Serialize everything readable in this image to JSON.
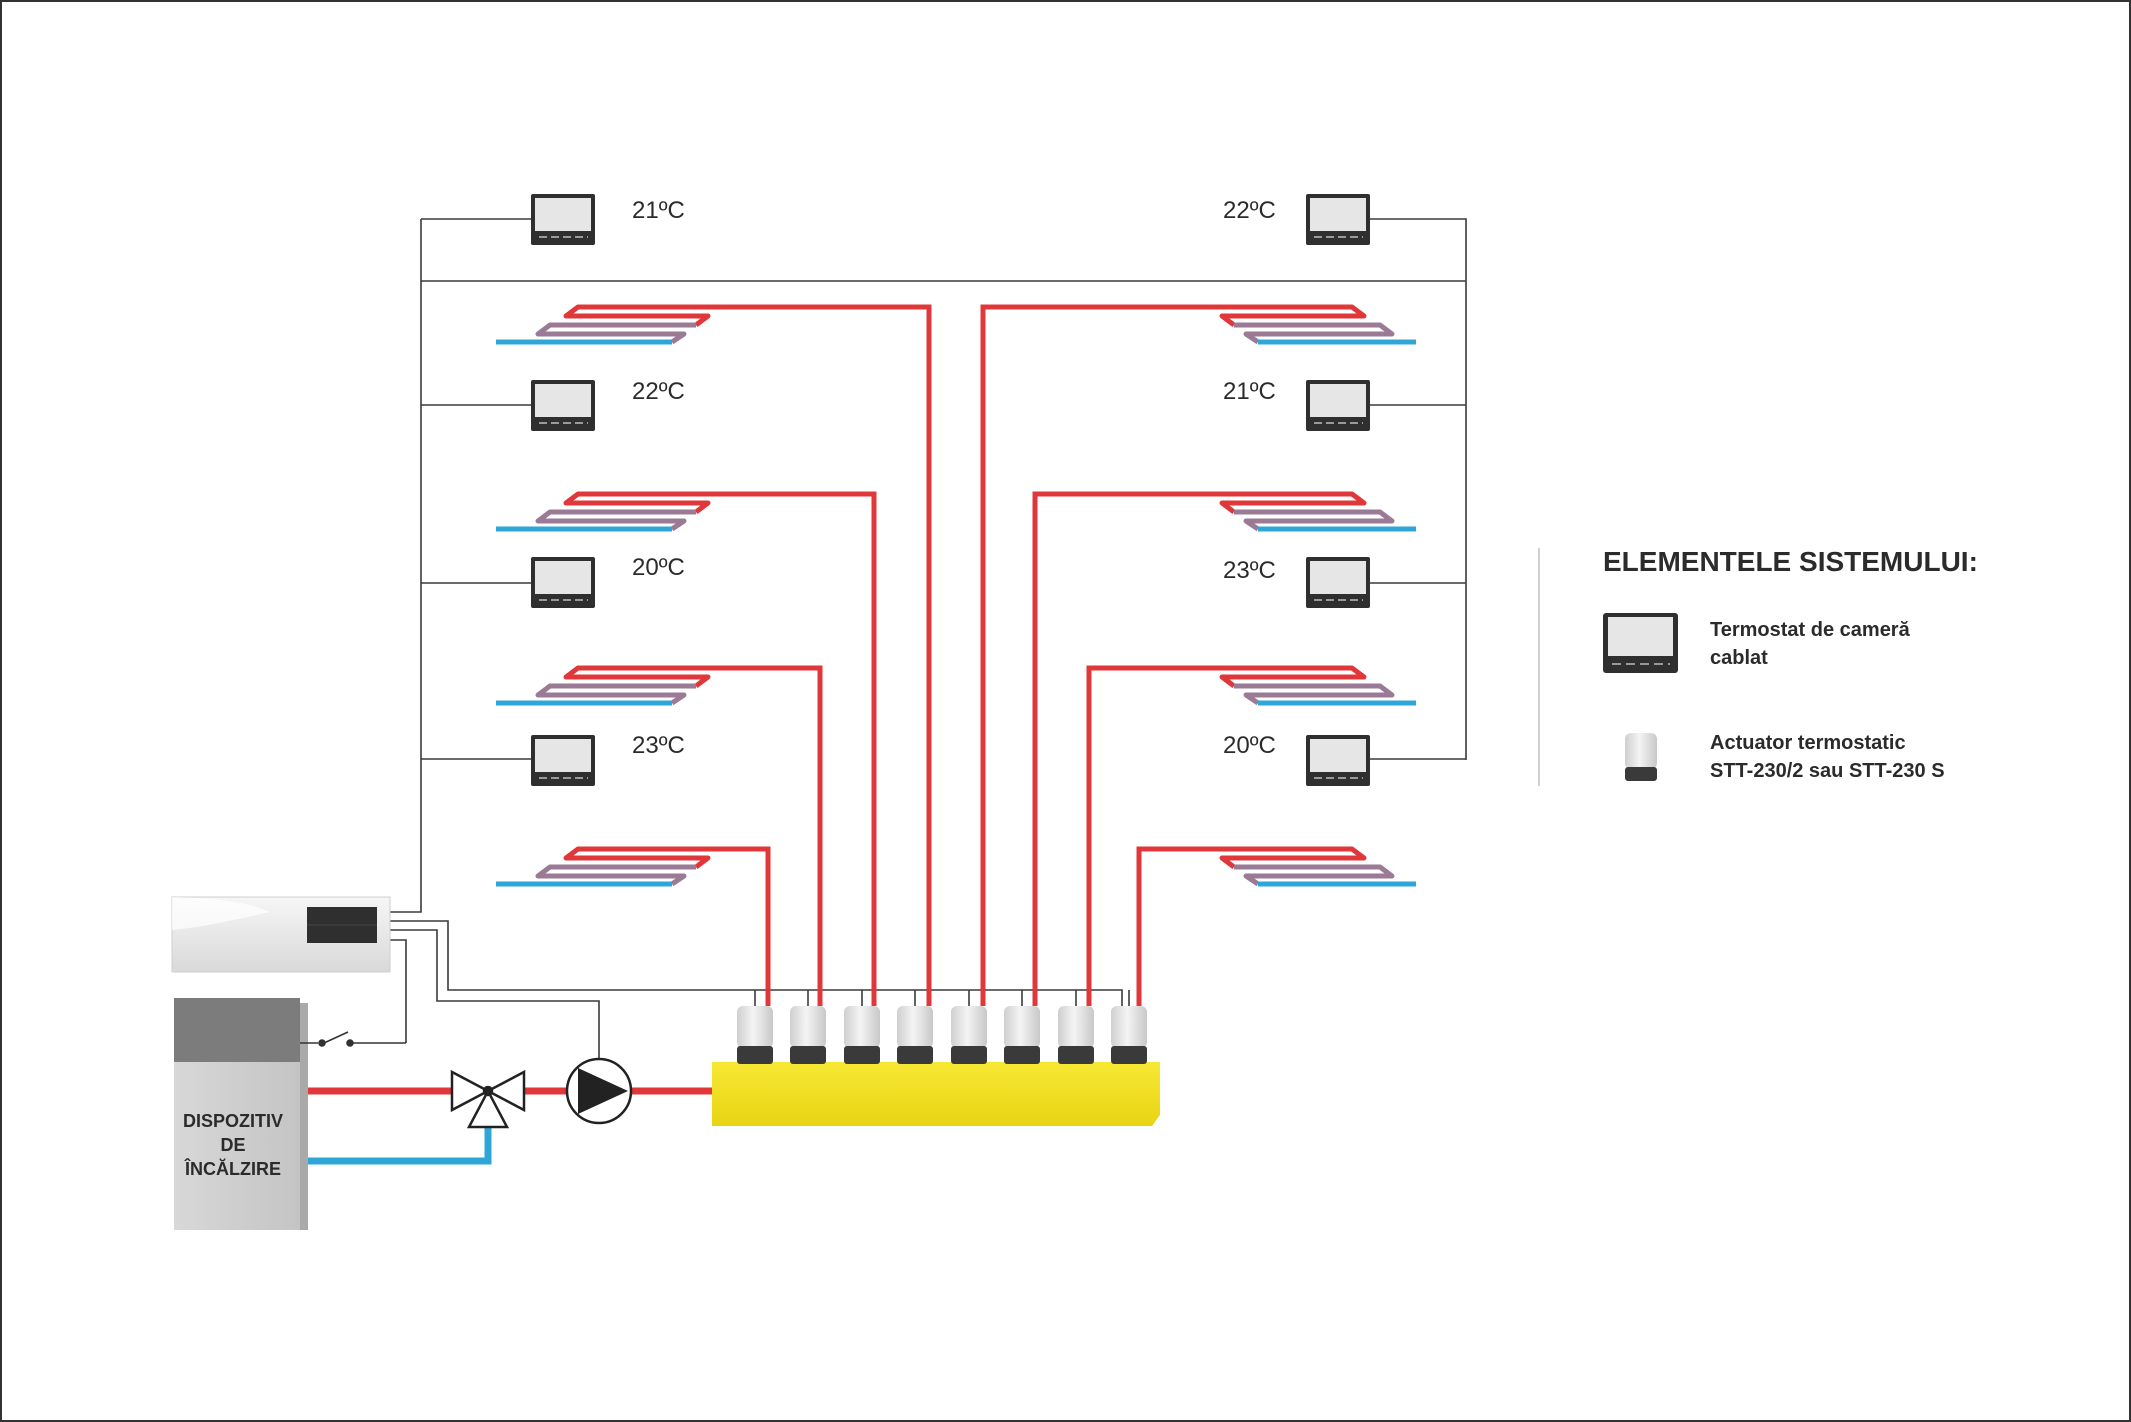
{
  "colors": {
    "hot": "#e0373a",
    "cold": "#2ea7d8",
    "mid": "#9a7a95",
    "wire": "#3a3a3a",
    "manifold": "#f4e01c",
    "thermostat_body": "#2f2f2f",
    "thermostat_screen": "#e6e6e6"
  },
  "zones_left": [
    {
      "temp": "21ºC"
    },
    {
      "temp": "22ºC"
    },
    {
      "temp": "20ºC"
    },
    {
      "temp": "23ºC"
    }
  ],
  "zones_right": [
    {
      "temp": "22ºC"
    },
    {
      "temp": "21ºC"
    },
    {
      "temp": "23ºC"
    },
    {
      "temp": "20ºC"
    }
  ],
  "heating_device": {
    "line1": "DISPOZITIV",
    "line2": "DE",
    "line3": "ÎNCĂLZIRE"
  },
  "legend": {
    "title": "ELEMENTELE SISTEMULUI:",
    "thermostat_line1": "Termostat de cameră",
    "thermostat_line2": "cablat",
    "actuator_line1": "Actuator termostatic",
    "actuator_line2": "STT-230/2 sau STT-230 S"
  }
}
